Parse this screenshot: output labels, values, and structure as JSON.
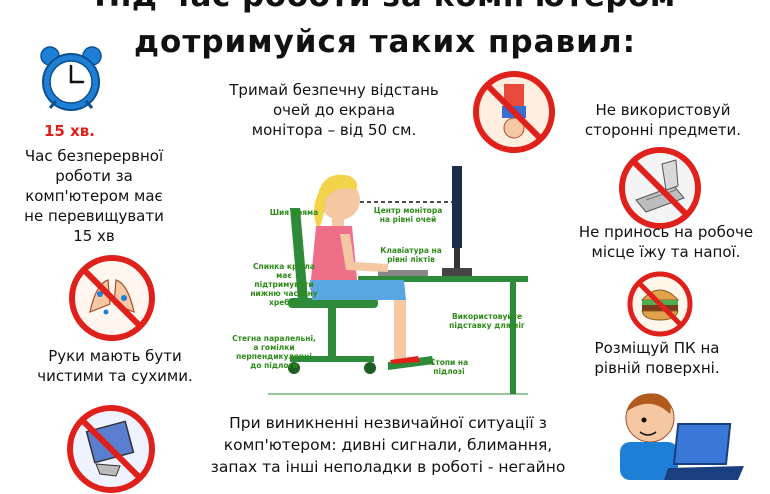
{
  "title": {
    "line1": "Під час роботи за комп'ютером",
    "line2": "дотримуйся таких  правил:"
  },
  "rules": {
    "timer_label": "15 хв.",
    "continuous_work": [
      "Час безперервної",
      "роботи за",
      "комп'ютером має",
      "не перевищувати",
      "15 хв"
    ],
    "distance": [
      "Тримай безпечну відстань",
      "очей  до екрана",
      "монітора – від 50 см."
    ],
    "no_objects": [
      "Не використовуй",
      "сторонні предмети."
    ],
    "no_food": [
      "Не принось на робоче",
      "місце їжу та напої."
    ],
    "hands": [
      "Руки мають бути",
      "чистими та сухими."
    ],
    "flat_surface": [
      "Розміщуй ПК на",
      "рівній поверхні."
    ],
    "emergency": [
      "При виникненні незвичайної ситуації з",
      "комп'ютером: дивні сигнали, блимання,",
      "запах та інші неполадки в роботі  - негайно"
    ]
  },
  "posture_labels": {
    "neck": "Шия пряма",
    "monitor_center": [
      "Центр монітора",
      "на рівні очей"
    ],
    "keyboard": [
      "Клавіатура на",
      "рівні ліктів"
    ],
    "chair_back": [
      "Спинка крісла",
      "має підтримувати",
      "нижню частину",
      "хребта"
    ],
    "footrest": [
      "Використовуйте",
      "підставку для ніг"
    ],
    "thighs": [
      "Стегна паралельні,",
      "а гомілки",
      "перпендикулярні",
      "до підлоги"
    ],
    "feet": [
      "Стопи на",
      "підлозі"
    ]
  },
  "colors": {
    "prohibition_red": "#e0201b",
    "label_green": "#2e8b1a",
    "alarm_blue": "#1e7fd6"
  },
  "icons": [
    "alarm-clock-icon",
    "no-objects-icon",
    "no-food-icon",
    "hands-icon",
    "no-liquid-icon",
    "ok-surface-icon",
    "boy-laptop-icon"
  ]
}
